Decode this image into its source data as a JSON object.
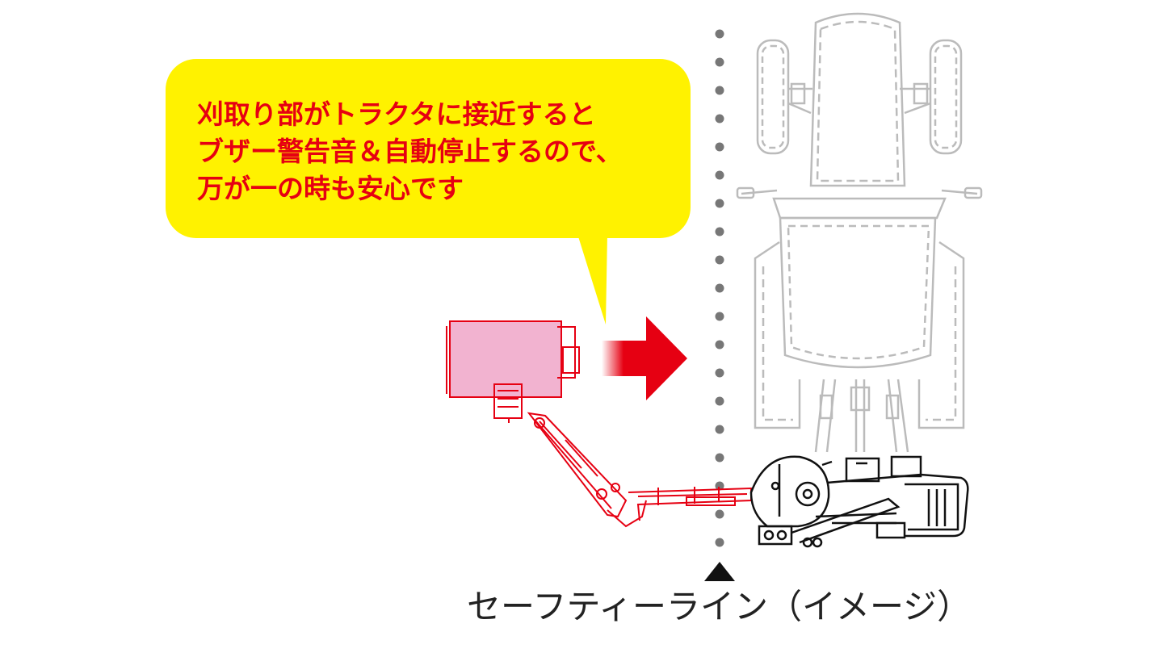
{
  "callout": {
    "lines": [
      "刈取り部がトラクタに接近すると",
      "ブザー警告音＆自動停止するので、",
      "万が一の時も安心です"
    ]
  },
  "caption": "セーフティーライン（イメージ）",
  "colors": {
    "bubble_fill": "#fff200",
    "callout_text": "#e60012",
    "arrow": "#e60012",
    "mower_fill": "#f2b3d0",
    "mower_outline": "#e60012",
    "tractor_outline": "#bbbbbb",
    "implement_outline": "#111111",
    "safety_line": "#777777",
    "caption_text": "#222222"
  }
}
